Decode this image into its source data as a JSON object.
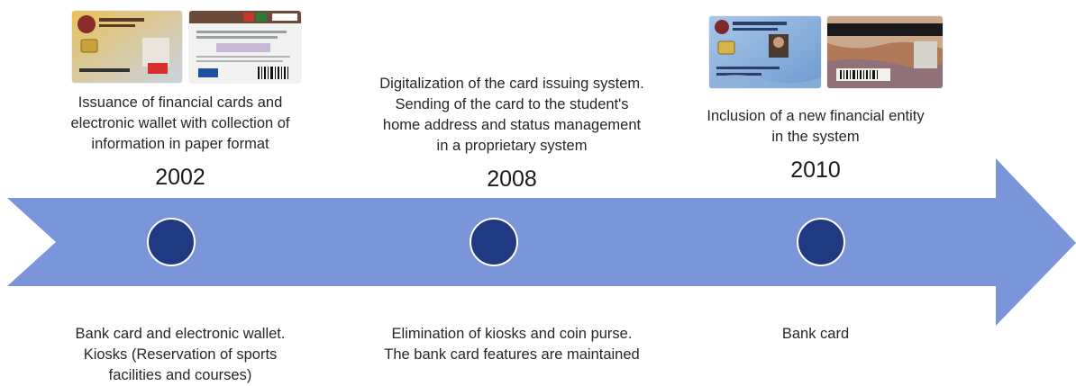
{
  "colors": {
    "arrow": "#7b95db",
    "dot": "#1f3a82",
    "dot_outline": "#ffffff"
  },
  "milestones": [
    {
      "year": "2002",
      "description": [
        "Issuance of financial cards and",
        "electronic wallet with collection of",
        "information in paper format"
      ],
      "features": [
        "Bank card and electronic wallet.",
        "Kiosks (Reservation of sports",
        "facilities and courses)"
      ],
      "card_images": [
        "card-front-image",
        "card-back-image"
      ]
    },
    {
      "year": "2008",
      "description": [
        "Digitalization of the card issuing system.",
        "Sending of the card to the student's",
        "home address and status management",
        "in a proprietary system"
      ],
      "features": [
        "Elimination of kiosks and coin purse.",
        "The bank card features are maintained"
      ],
      "card_images": []
    },
    {
      "year": "2010",
      "description": [
        "Inclusion of a new financial entity",
        "in the system"
      ],
      "features": [
        "Bank card"
      ],
      "card_images": [
        "card-front-image",
        "card-back-image"
      ]
    }
  ]
}
